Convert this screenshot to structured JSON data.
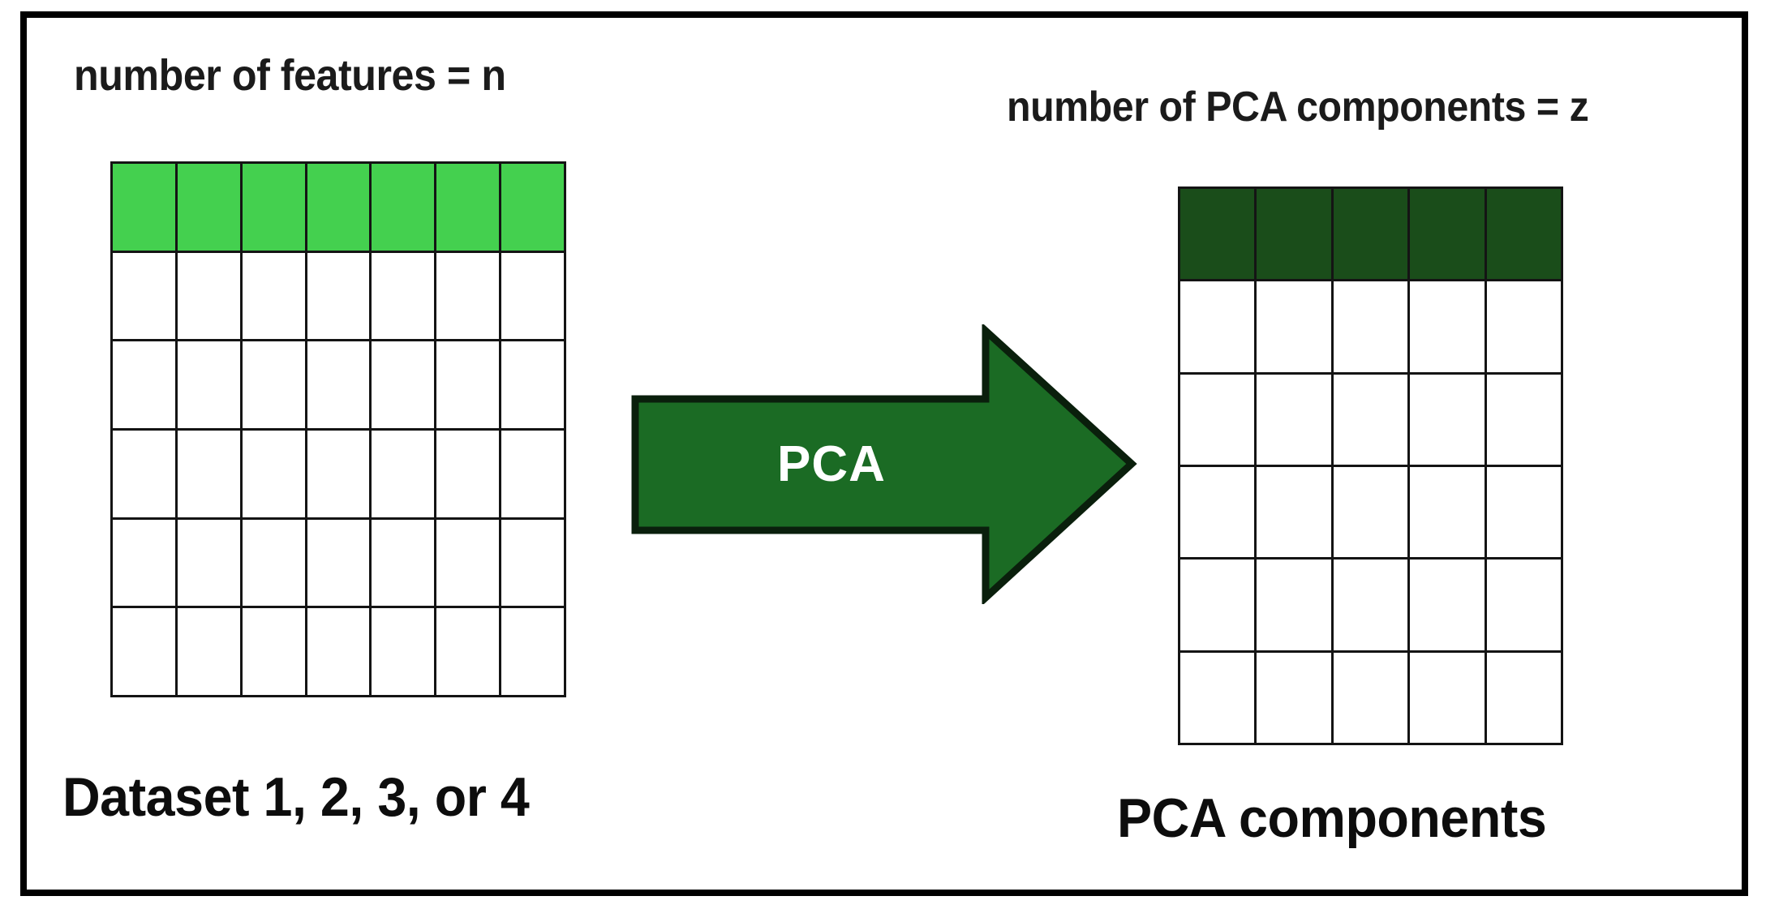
{
  "figure": {
    "type": "diagram",
    "subject": "PCA dimensionality reduction",
    "frame_color": "#000000",
    "background": "#ffffff"
  },
  "left_block": {
    "caption_top": "number of features = n",
    "caption_bottom": "Dataset 1, 2, 3, or 4",
    "matrix": {
      "columns": 7,
      "rows": 6,
      "header_row_index": 0,
      "header_color": "#44d04f",
      "body_color": "#ffffff",
      "grid_line_color": "#141414"
    }
  },
  "transform": {
    "arrow_label": "PCA",
    "arrow_fill": "#1b6b24",
    "arrow_stroke": "#0a1f0c",
    "arrow_label_color": "#ffffff",
    "direction": "left-to-right"
  },
  "right_block": {
    "caption_top": "number of PCA components = z",
    "caption_bottom": "PCA components",
    "matrix": {
      "columns": 5,
      "rows": 6,
      "header_row_index": 0,
      "header_color": "#1a4d1a",
      "body_color": "#ffffff",
      "grid_line_color": "#141414"
    }
  }
}
